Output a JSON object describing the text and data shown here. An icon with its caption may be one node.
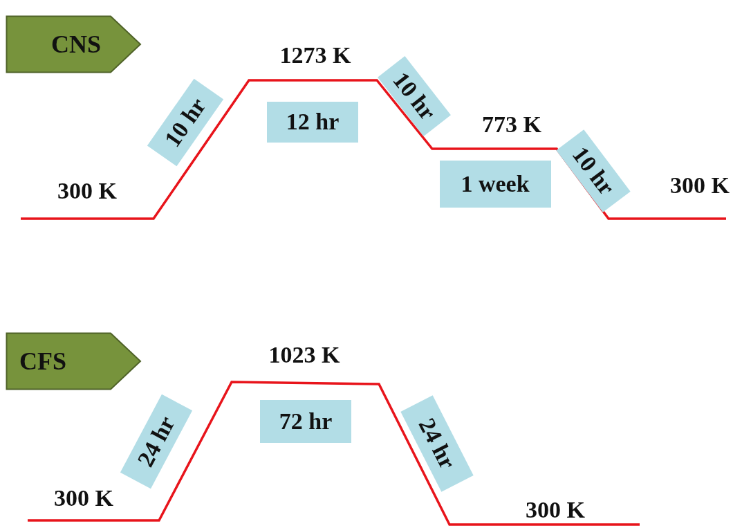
{
  "diagram": {
    "nodes": [
      {
        "text": [
          "CNS"
        ]
      },
      {
        "text": [
          "10 hr"
        ]
      },
      {
        "text": [
          "12 hr"
        ]
      },
      {
        "text": [
          "10 hr"
        ]
      },
      {
        "text": [
          "1 week"
        ]
      },
      {
        "text": [
          "10 hr"
        ]
      },
      {
        "text": [
          "CFS"
        ]
      },
      {
        "text": [
          "24 hr"
        ]
      },
      {
        "text": [
          "72 hr"
        ]
      },
      {
        "text": [
          "24 hr"
        ]
      }
    ],
    "labels": [
      "1273 K",
      "773 K",
      "300 K",
      "300 K",
      "1023 K",
      "300 K",
      "300 K"
    ]
  }
}
